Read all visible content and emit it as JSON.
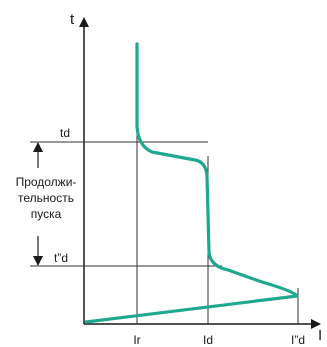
{
  "colors": {
    "curve": "#1fa88f",
    "axes": "#1a1a1a",
    "guides": "#333333"
  },
  "labels": {
    "t_axis": "t",
    "i_axis": "I",
    "td": "td",
    "t_dd": "t”d",
    "duration_line1": "Продолжи-",
    "duration_line2": "тельность",
    "duration_line3": "пуска",
    "ir": "Ir",
    "id": "Id",
    "i_dd": "I”d"
  }
}
